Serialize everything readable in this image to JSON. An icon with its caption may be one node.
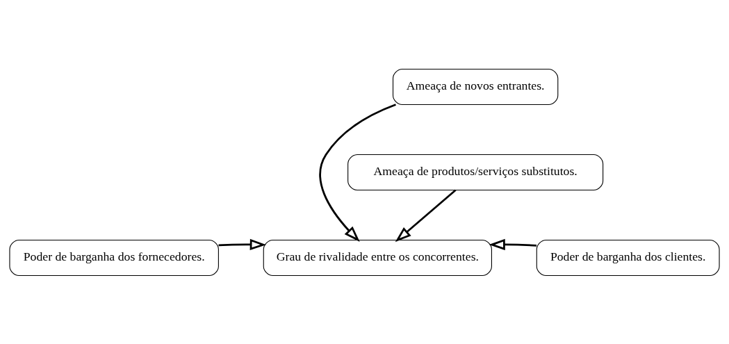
{
  "diagram": {
    "nodes": [
      {
        "text": [
          "Ameaça de novos entrantes."
        ]
      },
      {
        "text": [
          "Poder de barganha dos fornecedores."
        ]
      },
      {
        "text": [
          "Grau de rivalidade entre os concorrentes."
        ]
      },
      {
        "text": [
          "Poder de barganha dos clientes."
        ]
      },
      {
        "text": [
          "Ameaça de produtos/serviços substitutos."
        ]
      }
    ],
    "edges": [
      {
        "from": 0,
        "to": 2,
        "arrow": "to"
      },
      {
        "from": 1,
        "to": 2,
        "arrow": "to"
      },
      {
        "from": 3,
        "to": 2,
        "arrow": "to"
      },
      {
        "from": 4,
        "to": 2,
        "arrow": "to"
      }
    ]
  }
}
